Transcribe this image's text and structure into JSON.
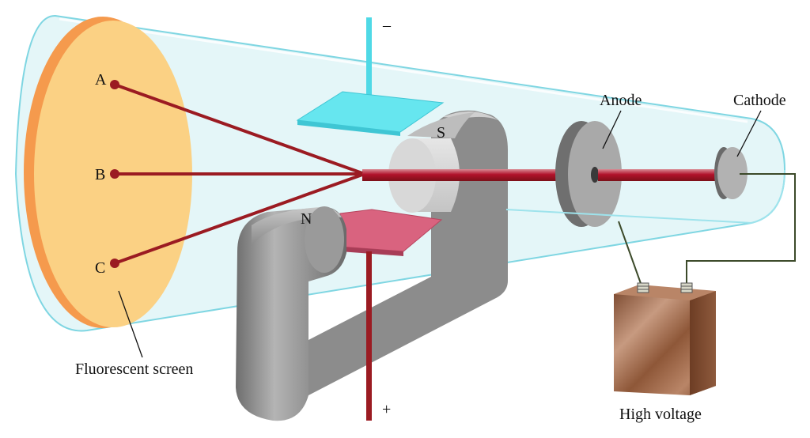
{
  "labels": {
    "negative": "–",
    "positive": "+",
    "point_a": "A",
    "point_b": "B",
    "point_c": "C",
    "south_pole": "S",
    "north_pole": "N",
    "anode": "Anode",
    "cathode": "Cathode",
    "fluorescent_screen": "Fluorescent screen",
    "high_voltage": "High voltage"
  },
  "icons": {
    "tube": "glass-tube",
    "magnet": "horseshoe-magnet",
    "battery": "battery-box"
  },
  "colors": {
    "tube_glass": "#cdeff3",
    "tube_edge": "#7fd6e2",
    "screen": "#fbd184",
    "screen_rim": "#f59a4d",
    "beam": "#9b1b22",
    "negative_plate": "#66e6ef",
    "positive_plate": "#d9637f",
    "magnet": "#8a8a8a",
    "battery": "#9a6646"
  }
}
